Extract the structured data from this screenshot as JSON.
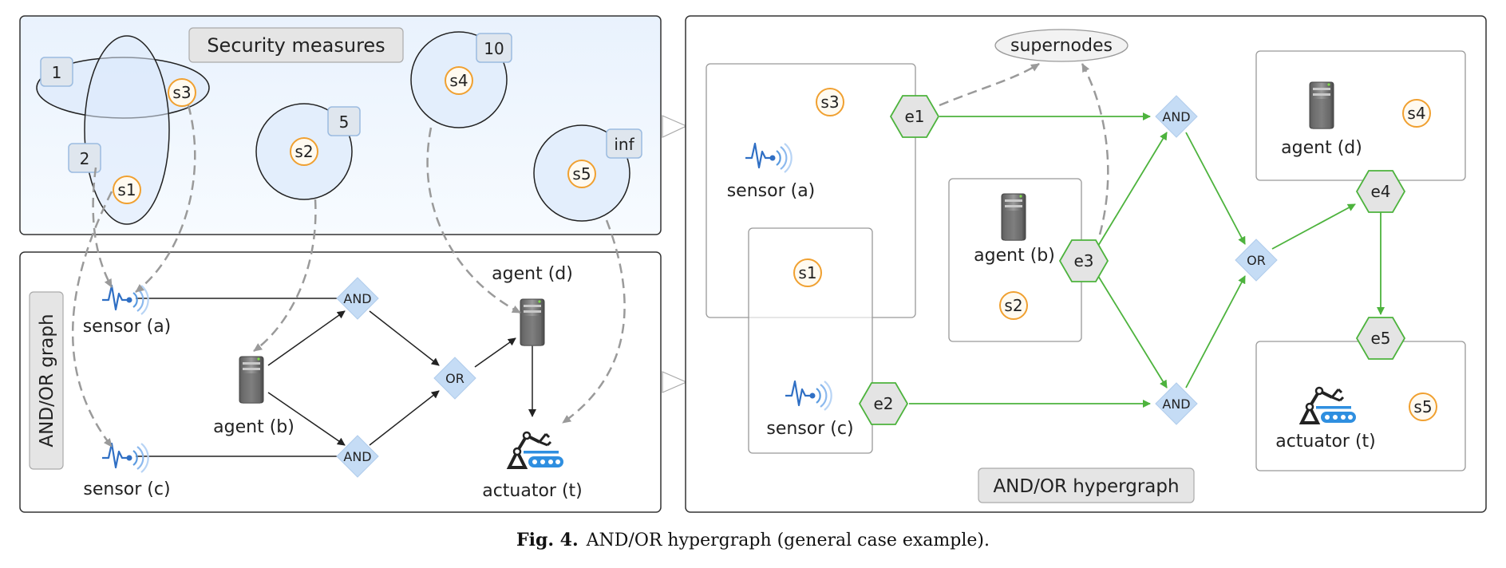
{
  "caption": {
    "fig": "Fig. 4.",
    "text": "AND/OR hypergraph (general case example)."
  },
  "left_top": {
    "title": "Security measures",
    "measures": [
      {
        "name": "s3",
        "cost": "1"
      },
      {
        "name": "s1",
        "cost": "2"
      },
      {
        "name": "s2",
        "cost": "5"
      },
      {
        "name": "s4",
        "cost": "10"
      },
      {
        "name": "s5",
        "cost": "inf"
      }
    ]
  },
  "left_bottom": {
    "title": "AND/OR graph",
    "nodes": {
      "sensor_a": "sensor (a)",
      "sensor_c": "sensor (c)",
      "agent_b": "agent (b)",
      "agent_d": "agent (d)",
      "actuator_t": "actuator (t)",
      "and1": "AND",
      "and2": "AND",
      "or": "OR"
    }
  },
  "right": {
    "title": "AND/OR hypergraph",
    "supernodes": "supernodes",
    "hyperedges": [
      "e1",
      "e2",
      "e3",
      "e4",
      "e5"
    ],
    "measures": [
      "s3",
      "s1",
      "s2",
      "s4",
      "s5"
    ],
    "nodes": {
      "sensor_a": "sensor (a)",
      "sensor_c": "sensor (c)",
      "agent_b": "agent (b)",
      "agent_d": "agent (d)",
      "actuator_t": "actuator (t)",
      "and1": "AND",
      "and2": "AND",
      "or": "OR"
    }
  },
  "colors": {
    "green": "#4db33d",
    "hex_fill": "#e4e4e4",
    "orange": "#f0a030",
    "diamond": "#c5dcf5",
    "blue_icon": "#2f7fd0"
  }
}
